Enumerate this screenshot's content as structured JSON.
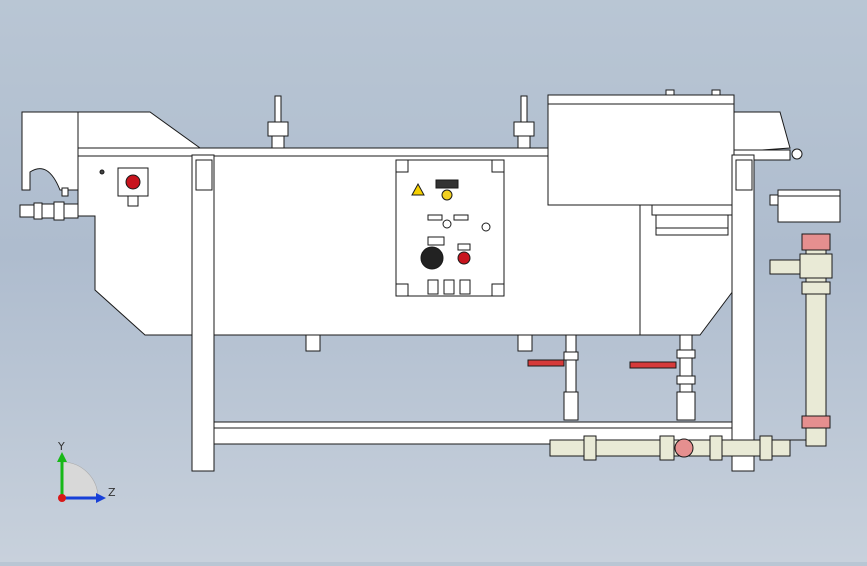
{
  "viewport": {
    "background_top": "#b9c6d4",
    "background_bottom": "#c8d1dc"
  },
  "model": {
    "name": "machine-assembly",
    "body_color": "#ffffff",
    "edge_color": "#1a1a1a",
    "pipe_color": "#e9ead6",
    "pipe_highlight_color": "#e58f8f",
    "valve_handle_color": "#d63a3a",
    "stop_button_color": "#c8141e",
    "indicator_lamp_color": "#f2d020",
    "selector_knob_color": "#222222",
    "warning_sign_color": "#f5d000"
  },
  "triad": {
    "axis_y_label": "Y",
    "axis_z_label": "Z",
    "axis_y_color": "#18b818",
    "axis_z_color": "#1840d8",
    "origin_color": "#d81818"
  }
}
